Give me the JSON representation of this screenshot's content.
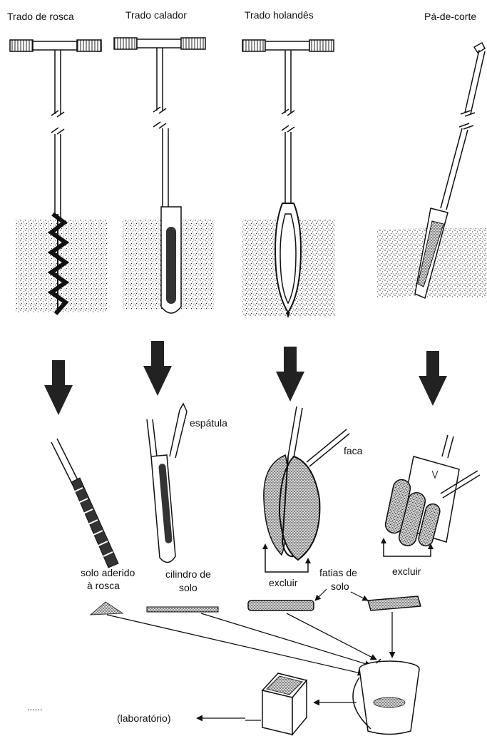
{
  "tools": [
    {
      "name": "Trado de rosca"
    },
    {
      "name": "Trado calador"
    },
    {
      "name": "Trado holandês"
    },
    {
      "name": "Pá-de-corte"
    }
  ],
  "labels": {
    "espatula": "espátula",
    "faca": "faca",
    "solo_aderido_1": "solo aderido",
    "solo_aderido_2": "à rosca",
    "cilindro_1": "cilindro de",
    "cilindro_2": "solo",
    "excluir_1": "excluir",
    "excluir_2": "excluir",
    "fatias_1": "fatias de",
    "fatias_2": "solo",
    "laboratorio": "(laboratório)",
    "dots": "......"
  }
}
